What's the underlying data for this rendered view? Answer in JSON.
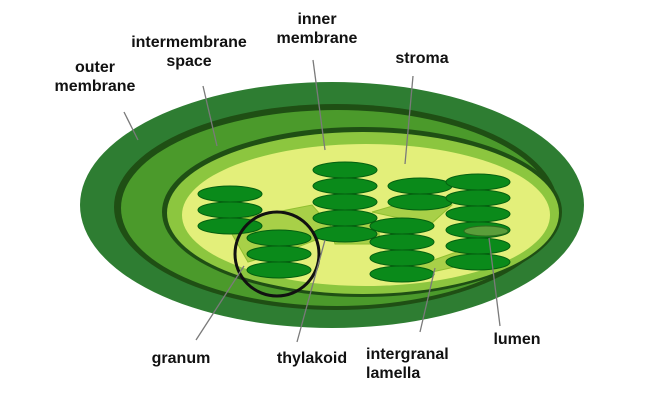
{
  "labels": {
    "outer_membrane": [
      "outer",
      "membrane"
    ],
    "intermembrane_space": [
      "intermembrane",
      "space"
    ],
    "inner_membrane": [
      "inner",
      "membrane"
    ],
    "stroma": "stroma",
    "granum": "granum",
    "thylakoid": "thylakoid",
    "intergranal_lamella": [
      "intergranal",
      "lamella"
    ],
    "lumen": "lumen"
  },
  "colors": {
    "outer_membrane": "#2e7d32",
    "membrane_dark": "#1f4f14",
    "intermembrane_space": "#4b9a2b",
    "inner_membrane_ring": "#8cc63f",
    "stroma": "#e3ef7a",
    "thylakoid": "#0a8a1a",
    "thylakoid_edge": "#056010",
    "lamella": "#a8d048",
    "leader_line": "#7a7a7a",
    "granum_circle": "#111111"
  },
  "grana_stack_counts": [
    3,
    3,
    5,
    2,
    4,
    6
  ]
}
